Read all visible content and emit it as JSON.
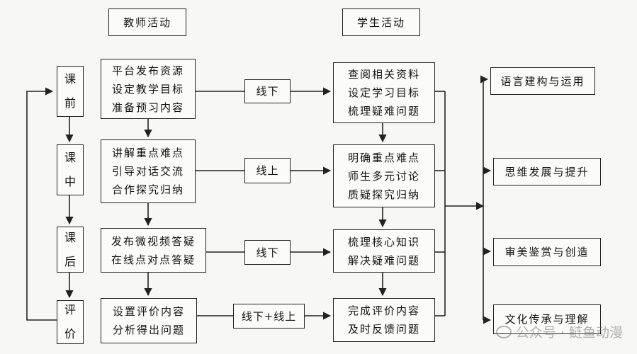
{
  "headers": {
    "teacher": "教师活动",
    "student": "学生活动"
  },
  "stages": [
    {
      "chars": [
        "课",
        "前"
      ]
    },
    {
      "chars": [
        "课",
        "中"
      ]
    },
    {
      "chars": [
        "课",
        "后"
      ]
    },
    {
      "chars": [
        "评",
        "价"
      ]
    }
  ],
  "teacher": [
    [
      "平台发布资源",
      "设定教学目标",
      "准备预习内容"
    ],
    [
      "讲解重点难点",
      "引导对话交流",
      "合作探究归纳"
    ],
    [
      "发布微视频答疑",
      "在线点对点答疑"
    ],
    [
      "设置评价内容",
      "分析得出问题"
    ]
  ],
  "modes": [
    "线下",
    "线上",
    "线下",
    "线下+线上"
  ],
  "student": [
    [
      "查阅相关资料",
      "设定学习目标",
      "梳理疑难问题"
    ],
    [
      "明确重点难点",
      "师生多元讨论",
      "质疑探究归纳"
    ],
    [
      "梳理核心知识",
      "解决疑难问题"
    ],
    [
      "完成评价内容",
      "及时反馈问题"
    ]
  ],
  "outcomes": [
    "语言建构与运用",
    "思维发展与提升",
    "审美鉴赏与创造",
    "文化传承与理解"
  ],
  "watermark": "公众号 · 鲢鱼动漫"
}
